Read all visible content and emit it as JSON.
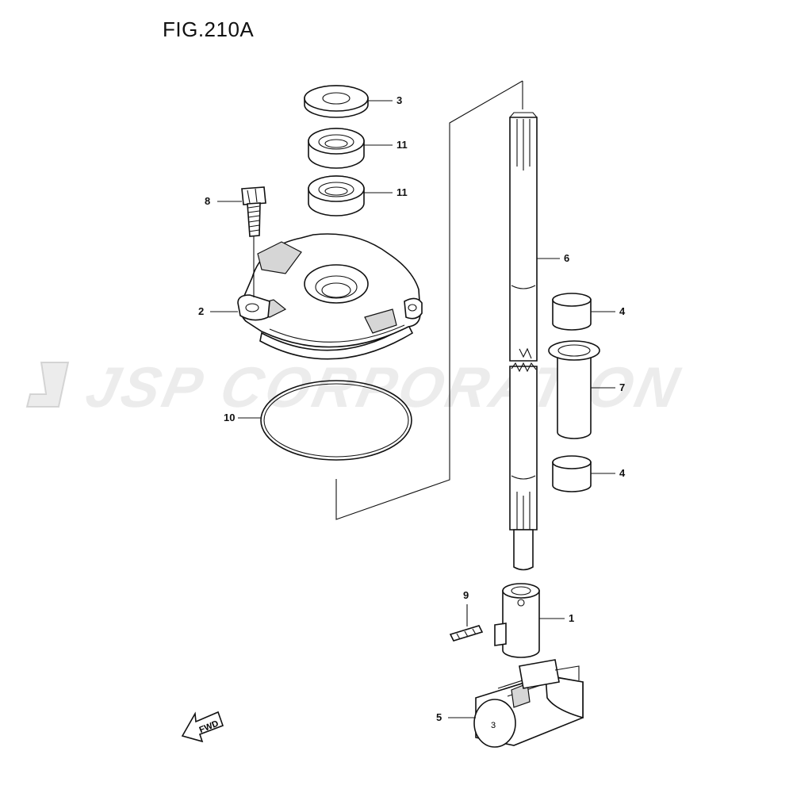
{
  "title": "FIG.210A",
  "watermark": {
    "text": "JSP CORPORATION",
    "color": "#d0d0d0"
  },
  "fwd_label": "FWD",
  "callouts": {
    "c3": "3",
    "c11a": "11",
    "c11b": "11",
    "c8": "8",
    "c2": "2",
    "c10": "10",
    "c6": "6",
    "c4a": "4",
    "c7": "7",
    "c4b": "4",
    "c9": "9",
    "c1": "1",
    "c5": "5"
  }
}
